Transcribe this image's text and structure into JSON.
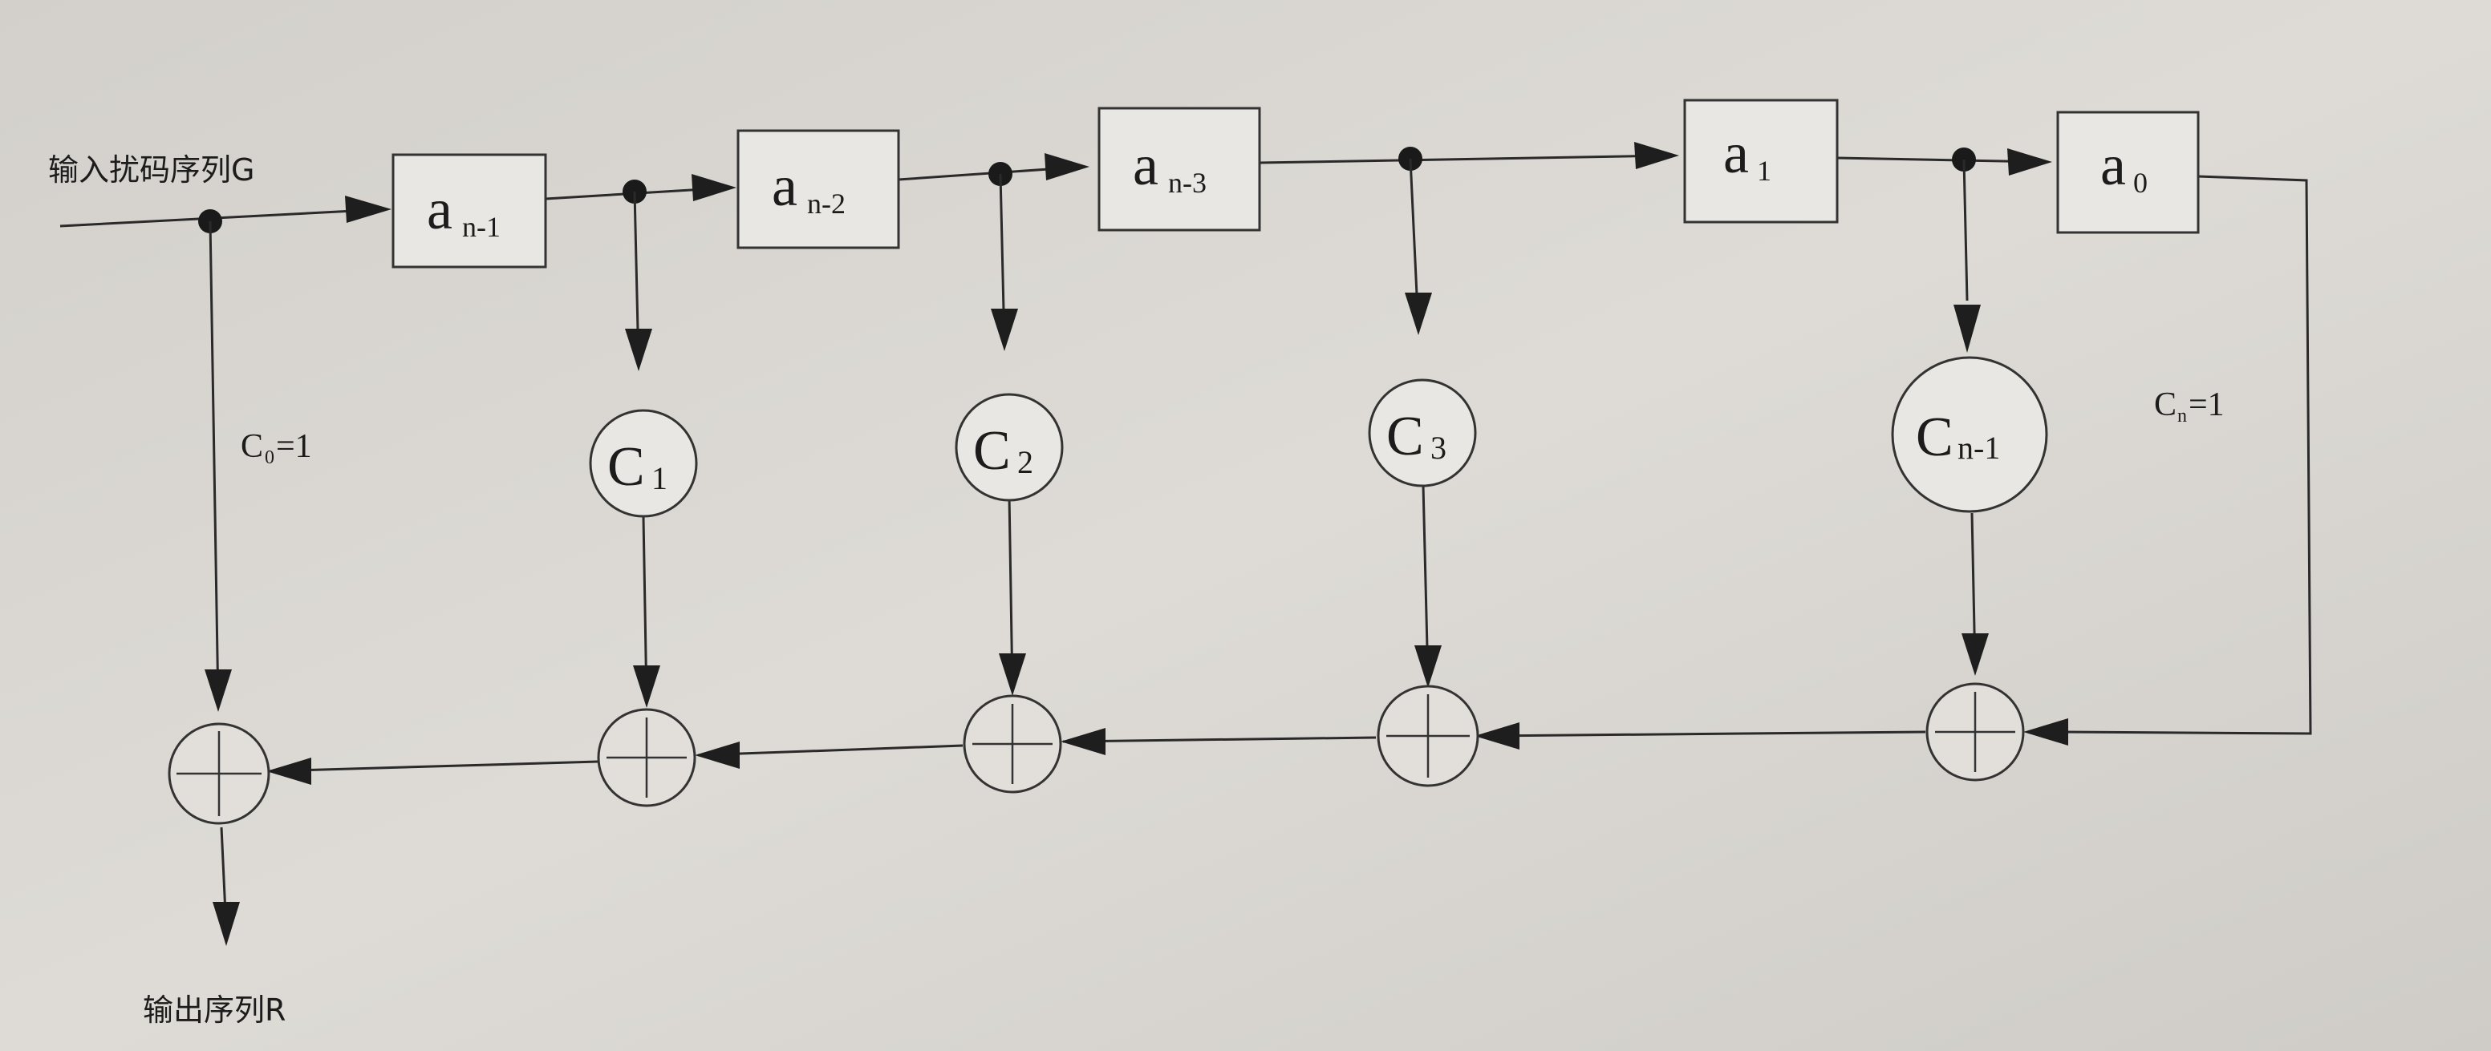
{
  "input_label": "输入扰码序列G",
  "output_label": "输出序列R",
  "registers": [
    {
      "main": "a",
      "sub": "n-1"
    },
    {
      "main": "a",
      "sub": "n-2"
    },
    {
      "main": "a",
      "sub": "n-3"
    },
    {
      "main": "a",
      "sub": "1"
    },
    {
      "main": "a",
      "sub": "0"
    }
  ],
  "coefficients": [
    {
      "main": "C",
      "sub": "1"
    },
    {
      "main": "C",
      "sub": "2"
    },
    {
      "main": "C",
      "sub": "3"
    },
    {
      "main": "C",
      "sub": "n-1"
    }
  ],
  "tap_c0": {
    "main": "C",
    "sub": "0",
    "rest": "=1"
  },
  "tap_cn": {
    "main": "C",
    "sub": "n",
    "rest": "=1"
  }
}
